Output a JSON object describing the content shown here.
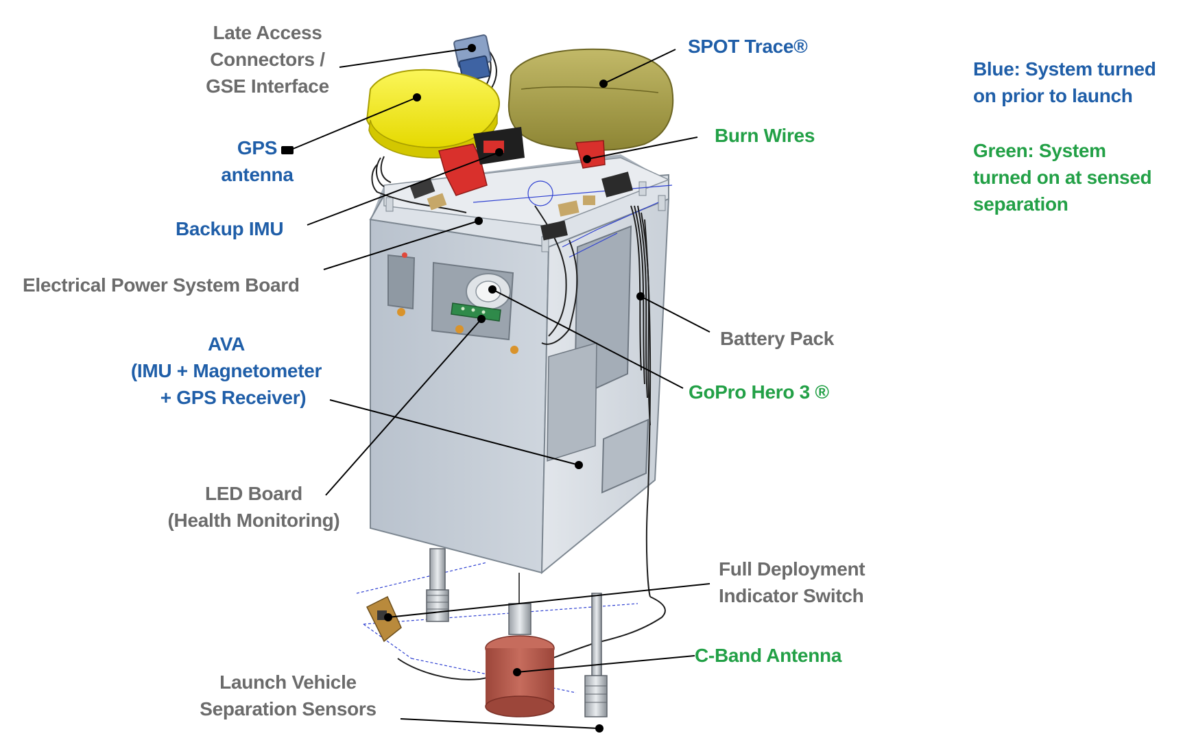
{
  "labels": {
    "late_access": [
      "Late Access",
      "Connectors /",
      "GSE Interface"
    ],
    "spot_trace": "SPOT Trace®",
    "gps_antenna": [
      "GPS",
      "antenna"
    ],
    "burn_wires": "Burn Wires",
    "backup_imu": "Backup IMU",
    "eps_board": "Electrical Power System Board",
    "battery_pack": "Battery Pack",
    "ava": [
      "AVA",
      "(IMU + Magnetometer",
      "+ GPS Receiver)"
    ],
    "gopro": "GoPro Hero 3 ®",
    "led_board": [
      "LED Board",
      "(Health Monitoring)"
    ],
    "full_deploy": [
      "Full Deployment",
      "Indicator Switch"
    ],
    "c_band": "C-Band Antenna",
    "lv_sensors": [
      "Launch Vehicle",
      "Separation Sensors"
    ]
  },
  "legend": {
    "blue": [
      "Blue: System turned",
      "on prior to launch"
    ],
    "green": [
      "Green: System",
      "turned on at sensed",
      "separation"
    ]
  },
  "colors": {
    "gray_label": "#6b6b6b",
    "blue_label": "#1f5ea8",
    "green_label": "#22a046",
    "gps_antenna_body": "#f5ef1a",
    "spot_trace_body": "#a9a04a",
    "burn_wire_mount": "#d9302c",
    "c_band_body": "#b5584a",
    "frame": "#c4ccd6"
  }
}
